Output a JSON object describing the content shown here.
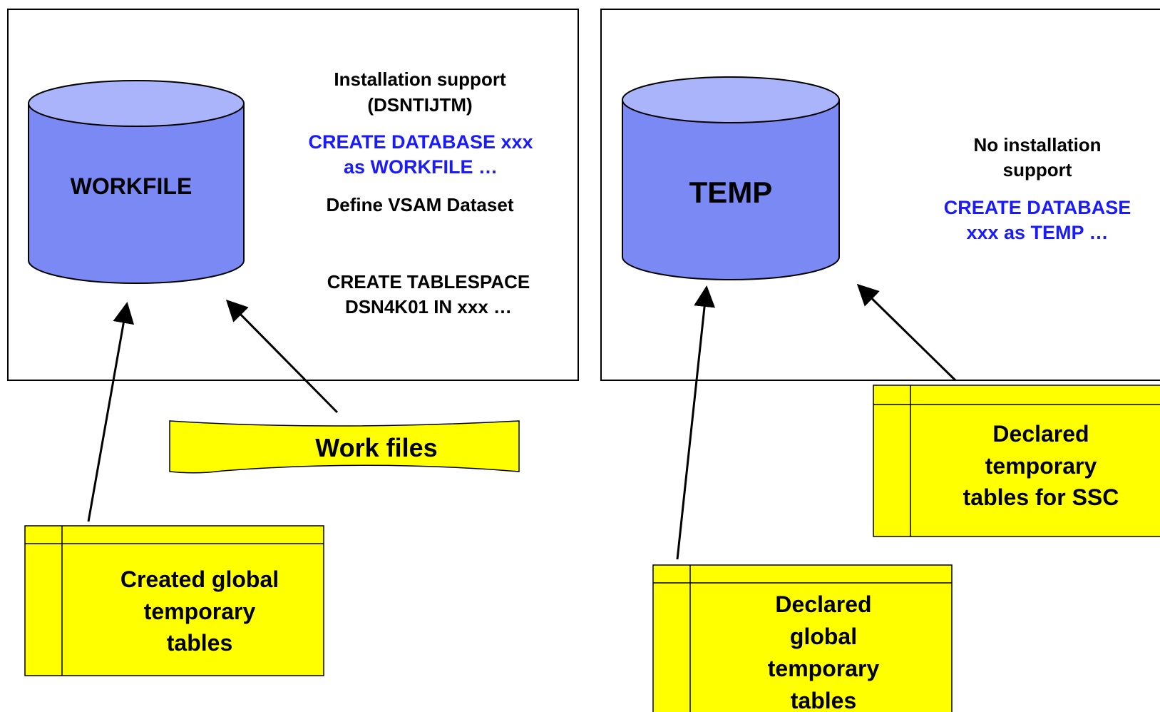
{
  "left_panel": {
    "cylinder_label": "WORKFILE",
    "install_line1": "Installation support",
    "install_line2": "(DSNTIJTM)",
    "create_db_line1": "CREATE DATABASE xxx",
    "create_db_line2": "as WORKFILE …",
    "define_vsam": "Define VSAM Dataset",
    "create_ts_line1": "CREATE TABLESPACE",
    "create_ts_line2": "DSN4K01 IN xxx …"
  },
  "right_panel": {
    "cylinder_label": "TEMP",
    "no_install_line1": "No installation",
    "no_install_line2": "support",
    "create_db_line1": "CREATE DATABASE",
    "create_db_line2": "xxx as TEMP …"
  },
  "work_files_label": "Work files",
  "created_gtt": {
    "line1": "Created global",
    "line2": "temporary",
    "line3": "tables"
  },
  "declared_gtt": {
    "line1": "Declared",
    "line2": "global",
    "line3": "temporary",
    "line4": "tables"
  },
  "declared_ssc": {
    "line1": "Declared",
    "line2": "temporary",
    "line3": "tables for SSC"
  },
  "colors": {
    "cylinder_body": "#7b89f5",
    "cylinder_top": "#aab4fb",
    "note_fill": "#ffff00",
    "blue_text": "#1a1aff",
    "black_text": "#000000"
  }
}
